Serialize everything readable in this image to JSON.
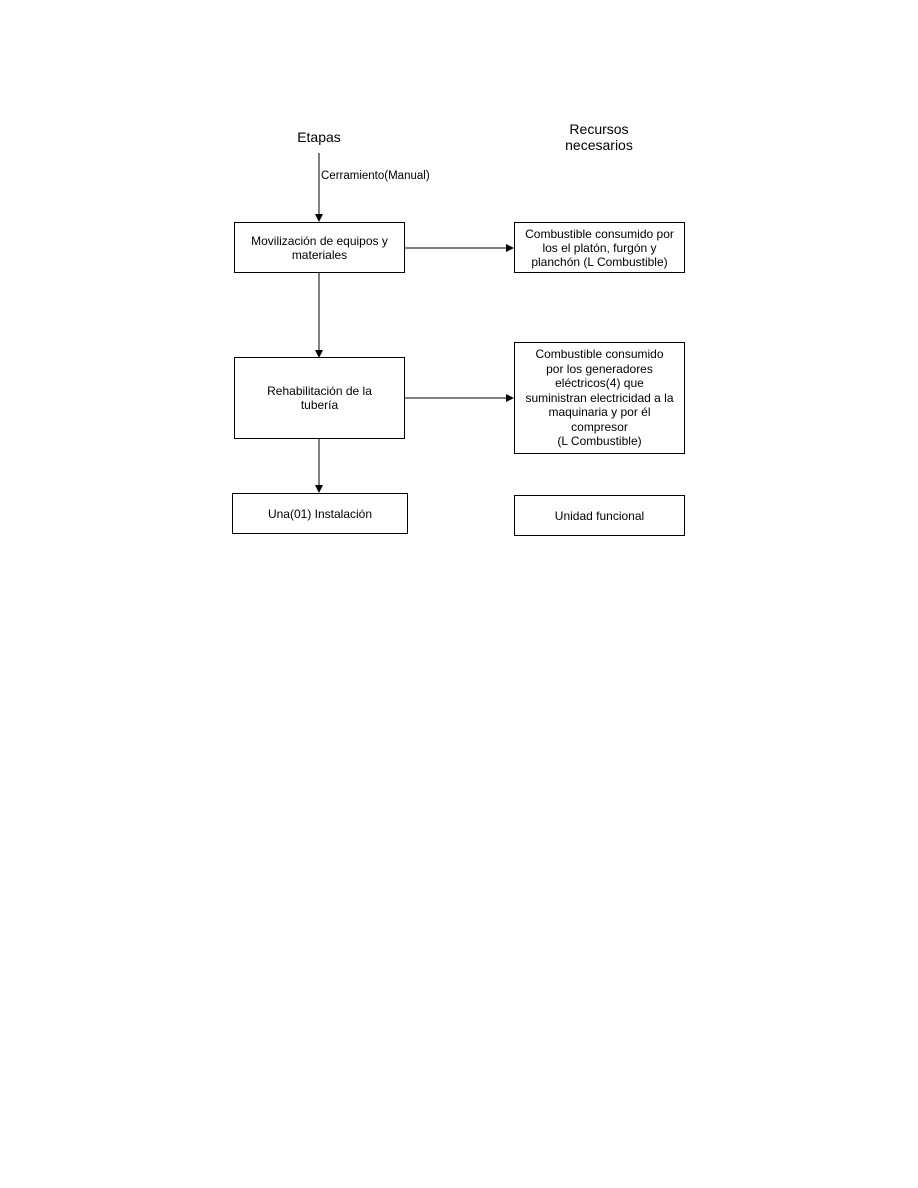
{
  "headers": {
    "stages": "Etapas",
    "resources": "Recursos\nnecesarios"
  },
  "edge_label": "Cerramiento(Manual)",
  "stages": [
    {
      "label": "Movilización de equipos y\nmateriales"
    },
    {
      "label": "Rehabilitación de la\ntubería"
    },
    {
      "label": "Una(01) Instalación"
    }
  ],
  "resources": [
    {
      "label": "Combustible consumido por\nlos el platón, furgón y\nplanchón (L Combustible)"
    },
    {
      "label": "Combustible consumido\npor los generadores\neléctricos(4) que\nsuministran electricidad a la\nmaquinaria y por él\ncompresor\n(L Combustible)"
    },
    {
      "label": "Unidad funcional"
    }
  ]
}
